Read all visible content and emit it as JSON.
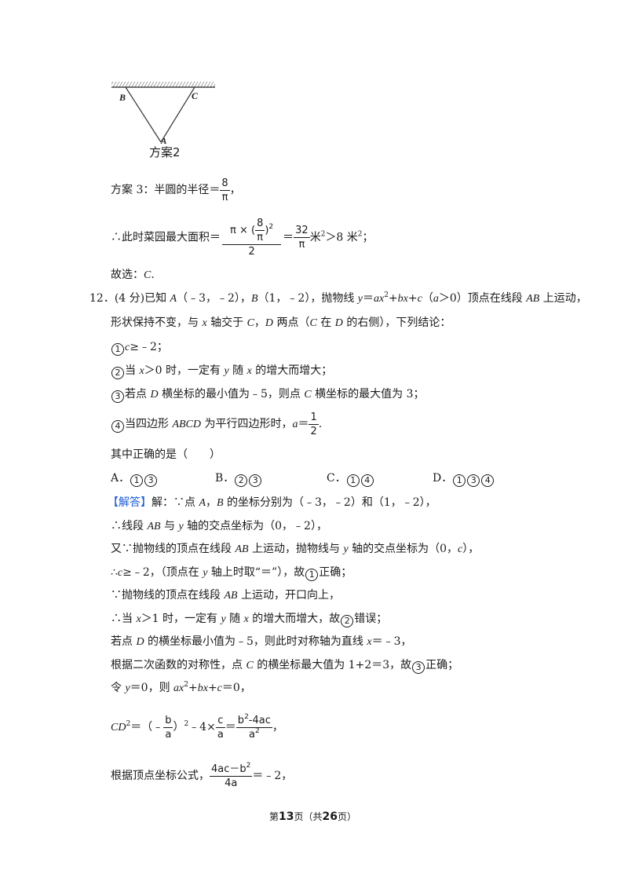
{
  "diagram": {
    "label_b": "B",
    "label_c": "C",
    "label_a": "A",
    "caption": "方案2"
  },
  "plan3": {
    "prefix": "方案 3：半圆的半径＝",
    "frac_num": "8",
    "frac_den": "π",
    "suffix": "，"
  },
  "area": {
    "prefix": "∴此时菜园最大面积＝",
    "num_a": "π × (",
    "num_b": "8",
    "num_c": "π",
    "num_d": ")",
    "num_exp": "2",
    "den": "2",
    "eq": "＝",
    "f2_num": "32",
    "f2_den": "π",
    "unit": "米",
    "exp": "2",
    "mid": "＞8 米",
    "end": "；"
  },
  "answer11": {
    "text": "故选：",
    "choice": "C",
    "dot": "."
  },
  "q12": {
    "line1_a": "12．(4 分)已知 ",
    "A": "A",
    "line1_b": "（﹣3，﹣2），",
    "B": "B",
    "line1_c": "（1，﹣2），抛物线 ",
    "eq_y": "y",
    "eq_mid": "＝",
    "eq_ax": "ax",
    "eq_p1": "+",
    "eq_bx": "bx",
    "eq_p2": "+",
    "eq_c": "c",
    "eq_a": "（",
    "eq_a2": "a",
    "eq_a3": "＞0）顶点在线段 ",
    "AB": "AB",
    "line1_d": " 上运动，",
    "line2_a": "形状保持不变，与 ",
    "x": "x",
    "line2_b": " 轴交于 ",
    "C": "C",
    "line2_c": "，",
    "D": "D",
    "line2_d": " 两点（",
    "C2": "C",
    "line2_e": " 在 ",
    "D2": "D",
    "line2_f": " 的右侧），下列结论：",
    "s1_a": "c",
    "s1_b": "≥﹣2；",
    "s2_a": "当 ",
    "s2_x": "x",
    "s2_b": "＞0 时，一定有 ",
    "s2_y": "y",
    "s2_c": " 随 ",
    "s2_x2": "x",
    "s2_d": " 的增大而增大；",
    "s3_a": "若点 ",
    "s3_D": "D",
    "s3_b": " 横坐标的最小值为﹣5，则点 ",
    "s3_C": "C",
    "s3_c": " 横坐标的最大值为 3；",
    "s4_a": "当四边形 ",
    "s4_abcd": "ABCD",
    "s4_b": " 为平行四边形时，",
    "s4_a2": "a",
    "s4_eq": "＝",
    "s4_num": "1",
    "s4_den": "2",
    "s4_dot": ".",
    "which": "其中正确的是（　　）",
    "optA": "A．",
    "optB": "B．",
    "optC": "C．",
    "optD": "D．"
  },
  "sol": {
    "tag": "【解答】",
    "l1_a": "解：∵点 ",
    "l1_A": "A",
    "l1_b": "，",
    "l1_B": "B",
    "l1_c": " 的坐标分别为（﹣3，﹣2）和（1，﹣2），",
    "l2_a": "∴线段 ",
    "l2_AB": "AB",
    "l2_b": " 与 ",
    "l2_y": "y",
    "l2_c": " 轴的交点坐标为（0，﹣2），",
    "l3_a": "又∵抛物线的顶点在线段 ",
    "l3_AB": "AB",
    "l3_b": " 上运动，抛物线与 ",
    "l3_y": "y",
    "l3_c": " 轴的交点坐标为（0，",
    "l3_c2": "c",
    "l3_d": "），",
    "l4_a": "∴",
    "l4_c": "c",
    "l4_b": "≥﹣2，（顶点在 ",
    "l4_y": "y",
    "l4_d": " 轴上时取“＝”），故",
    "l4_e": "正确；",
    "l5_a": "∵抛物线的顶点在线段 ",
    "l5_AB": "AB",
    "l5_b": " 上运动，开口向上，",
    "l6_a": "∴当 ",
    "l6_x": "x",
    "l6_b": "＞1 时，一定有 ",
    "l6_y": "y",
    "l6_c": " 随 ",
    "l6_x2": "x",
    "l6_d": " 的增大而增大，故",
    "l6_e": "错误；",
    "l7_a": "若点 ",
    "l7_D": "D",
    "l7_b": " 的横坐标最小值为﹣5，则此时对称轴为直线 ",
    "l7_x": "x",
    "l7_c": "＝﹣3，",
    "l8_a": "根据二次函数的对称性，点 ",
    "l8_C": "C",
    "l8_b": " 的横坐标最大值为 1+2＝3，故",
    "l8_e": "正确；",
    "l9_a": "令 ",
    "l9_y": "y",
    "l9_b": "＝0，则 ",
    "l9_ax": "ax",
    "l9_c": "+",
    "l9_bx": "bx",
    "l9_d": "+",
    "l9_cc": "c",
    "l9_e": "＝0，",
    "l10_cd": "CD",
    "l10_a": "＝（﹣",
    "l10_f1n": "b",
    "l10_f1d": "a",
    "l10_b": "）",
    "l10_c": "﹣4×",
    "l10_f2n": "c",
    "l10_f2d": "a",
    "l10_eq": "＝",
    "l10_f3n": "b",
    "l10_f3n2": "-4ac",
    "l10_f3d": "a",
    "l10_end": "，",
    "l11_a": "根据顶点坐标公式，",
    "l11_num": "4ac－b",
    "l11_den": "4a",
    "l11_b": "＝﹣2，"
  },
  "circled": {
    "one": "1",
    "two": "2",
    "three": "3",
    "four": "4"
  },
  "footer": {
    "a": "第",
    "page": "13",
    "b": "页（共",
    "total": "26",
    "c": "页）"
  }
}
